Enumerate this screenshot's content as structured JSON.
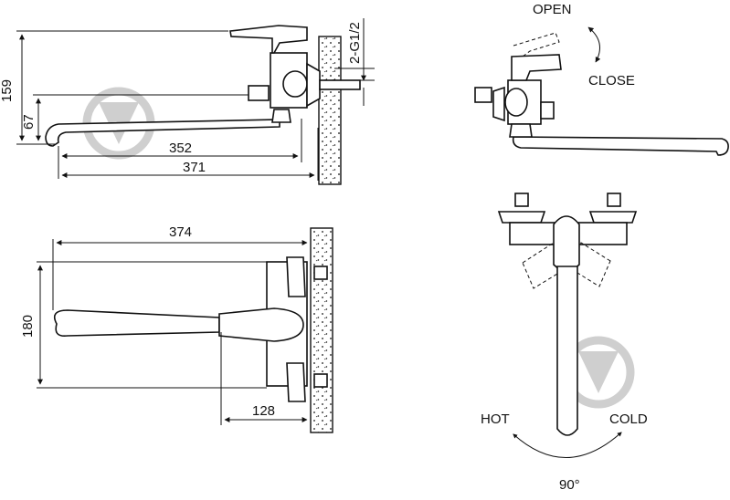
{
  "dimensions": {
    "overall_height": "159",
    "spout_height": "67",
    "spout_reach_inner": "352",
    "spout_reach_outer": "371",
    "thread": "2-G1/2",
    "top_width": "374",
    "top_depth": "180",
    "centre_depth": "128"
  },
  "labels": {
    "open": "OPEN",
    "close": "CLOSE",
    "hot": "HOT",
    "cold": "COLD",
    "rotation": "90°"
  },
  "colors": {
    "line": "#111111",
    "watermark": "#cfcfcf",
    "background": "#ffffff"
  }
}
